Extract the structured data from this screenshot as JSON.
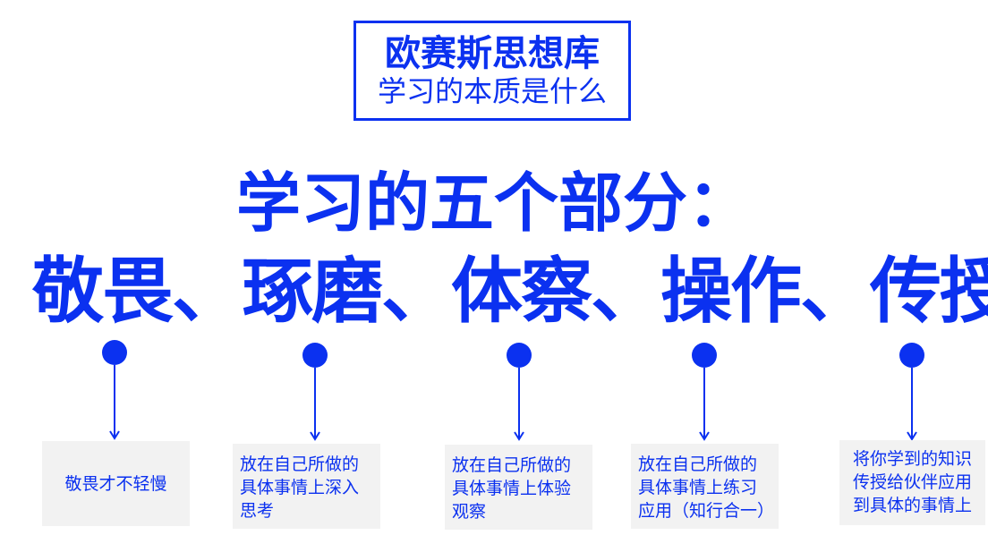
{
  "header": {
    "title": "欧赛斯思想库",
    "subtitle": "学习的本质是什么"
  },
  "headline": "学习的五个部分：",
  "parts_line": "敬畏、琢磨、体察、操作、传授",
  "accent_color": "#0b31f0",
  "box_color": "#f2f2f2",
  "descriptions": [
    "敬畏才不轻慢",
    "放在自己所做的\n具体事情上深入\n思考",
    "放在自己所做的\n具体事情上体验\n观察",
    "放在自己所做的\n具体事情上练习\n应用（知行合一）",
    "将你学到的知识\n传授给伙伴应用\n到具体的事情上"
  ]
}
